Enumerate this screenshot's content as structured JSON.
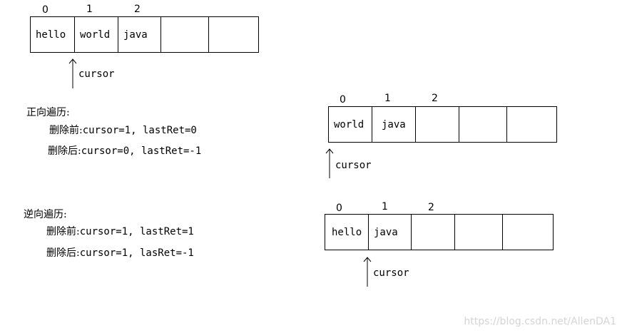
{
  "diagram_top": {
    "indices": [
      "0",
      "1",
      "2"
    ],
    "cells": [
      "hello",
      "world",
      "java",
      "",
      ""
    ],
    "cursor_label": "cursor"
  },
  "forward": {
    "title": "正向遍历:",
    "before_prefix": "删除前:",
    "before_values": "cursor=1, lastRet=0",
    "after_prefix": "删除后:",
    "after_values": "cursor=0, lastRet=-1"
  },
  "backward": {
    "title": "逆向遍历:",
    "before_prefix": "删除前:",
    "before_values": "cursor=1, lastRet=1",
    "after_prefix": "删除后:",
    "after_values": "cursor=1, lasRet=-1"
  },
  "diagram_forward": {
    "indices": [
      "0",
      "1",
      "2"
    ],
    "cells": [
      "world",
      "java",
      "",
      "",
      ""
    ],
    "cursor_label": "cursor"
  },
  "diagram_backward": {
    "indices": [
      "0",
      "1",
      "2"
    ],
    "cells": [
      "hello",
      "java",
      "",
      "",
      ""
    ],
    "cursor_label": "cursor"
  },
  "watermark": "https://blog.csdn.net/AllenDA1"
}
